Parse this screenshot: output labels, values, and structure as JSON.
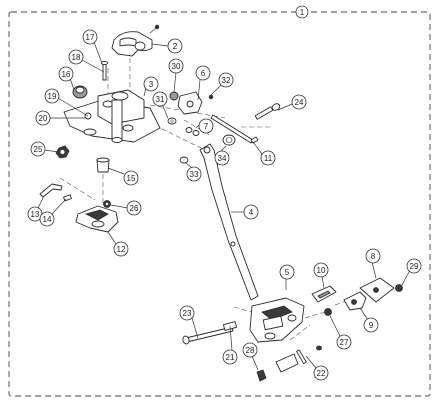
{
  "assembly_label": "1",
  "callouts": [
    {
      "id": "2",
      "label": "2"
    },
    {
      "id": "3",
      "label": "3"
    },
    {
      "id": "4",
      "label": "4"
    },
    {
      "id": "5",
      "label": "5"
    },
    {
      "id": "6",
      "label": "6"
    },
    {
      "id": "7",
      "label": "7"
    },
    {
      "id": "8",
      "label": "8"
    },
    {
      "id": "9",
      "label": "9"
    },
    {
      "id": "10",
      "label": "10"
    },
    {
      "id": "11",
      "label": "11"
    },
    {
      "id": "12",
      "label": "12"
    },
    {
      "id": "13",
      "label": "13"
    },
    {
      "id": "14",
      "label": "14"
    },
    {
      "id": "15",
      "label": "15"
    },
    {
      "id": "16",
      "label": "16"
    },
    {
      "id": "17",
      "label": "17"
    },
    {
      "id": "18",
      "label": "18"
    },
    {
      "id": "19",
      "label": "19"
    },
    {
      "id": "20",
      "label": "20"
    },
    {
      "id": "21",
      "label": "21"
    },
    {
      "id": "22",
      "label": "22"
    },
    {
      "id": "23",
      "label": "23"
    },
    {
      "id": "24",
      "label": "24"
    },
    {
      "id": "25",
      "label": "25"
    },
    {
      "id": "26",
      "label": "26"
    },
    {
      "id": "27",
      "label": "27"
    },
    {
      "id": "28",
      "label": "28"
    },
    {
      "id": "29",
      "label": "29"
    },
    {
      "id": "30",
      "label": "30"
    },
    {
      "id": "31",
      "label": "31"
    },
    {
      "id": "32",
      "label": "32"
    },
    {
      "id": "33",
      "label": "33"
    },
    {
      "id": "34",
      "label": "34"
    }
  ]
}
